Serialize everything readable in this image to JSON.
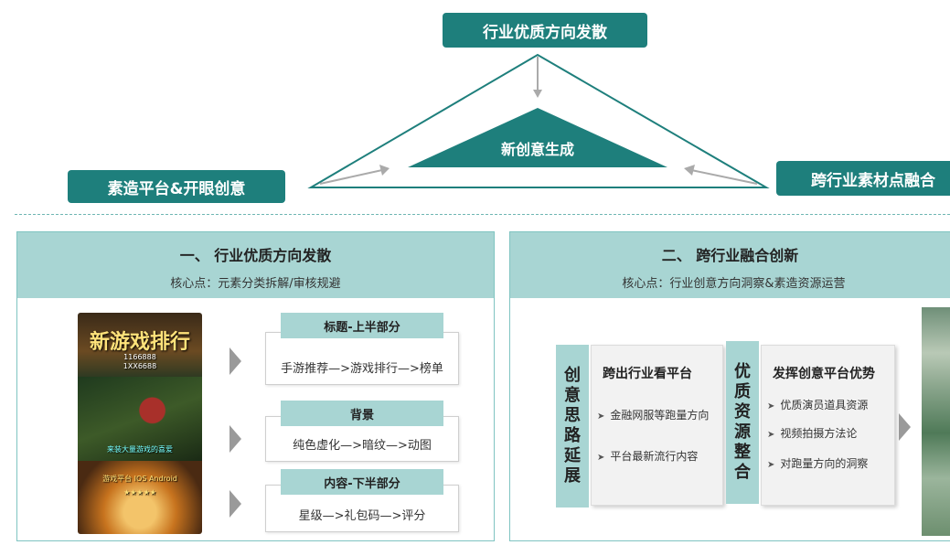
{
  "top": {
    "center_label": "行业优质方向发散",
    "inner_label": "新创意生成",
    "left_label": "素造平台&开眼创意",
    "right_label": "跨行业素材点融合"
  },
  "panel1": {
    "title": "一、 行业优质方向发散",
    "subtitle": "核心点：元素分类拆解/审核规避",
    "ad_image": {
      "title_text": "新游戏排行",
      "small_line1": "1166888",
      "small_line2": "1XX6688",
      "caption": "来装大量游戏的喜爱",
      "bottom_line1": "游戏平台 IOS Android",
      "bottom_line2": "★★★★★"
    },
    "items": [
      {
        "tag": "标题-上半部分",
        "text": "手游推荐—>游戏排行—>榜单"
      },
      {
        "tag": "背景",
        "text": "纯色虚化—>暗纹—>动图"
      },
      {
        "tag": "内容-下半部分",
        "text": "星级—>礼包码—>评分"
      }
    ]
  },
  "panel2": {
    "title": "二、 跨行业融合创新",
    "subtitle": "核心点：行业创意方向洞察&素造资源运营",
    "tab1": [
      "创",
      "意",
      "思",
      "路",
      "延",
      "展"
    ],
    "card1": {
      "title": "跨出行业看平台",
      "items": [
        "金融网服等跑量方向",
        "平台最新流行内容"
      ]
    },
    "tab2": [
      "优",
      "质",
      "资",
      "源",
      "整",
      "合"
    ],
    "card2": {
      "title": "发挥创意平台优势",
      "items": [
        "优质演员道具资源",
        "视频拍摄方法论",
        "对跑量方向的洞察"
      ]
    }
  },
  "colors": {
    "teal_dark": "#1e7f7c",
    "teal_light": "#a8d5d3",
    "panel_border": "#7fc4c1"
  }
}
